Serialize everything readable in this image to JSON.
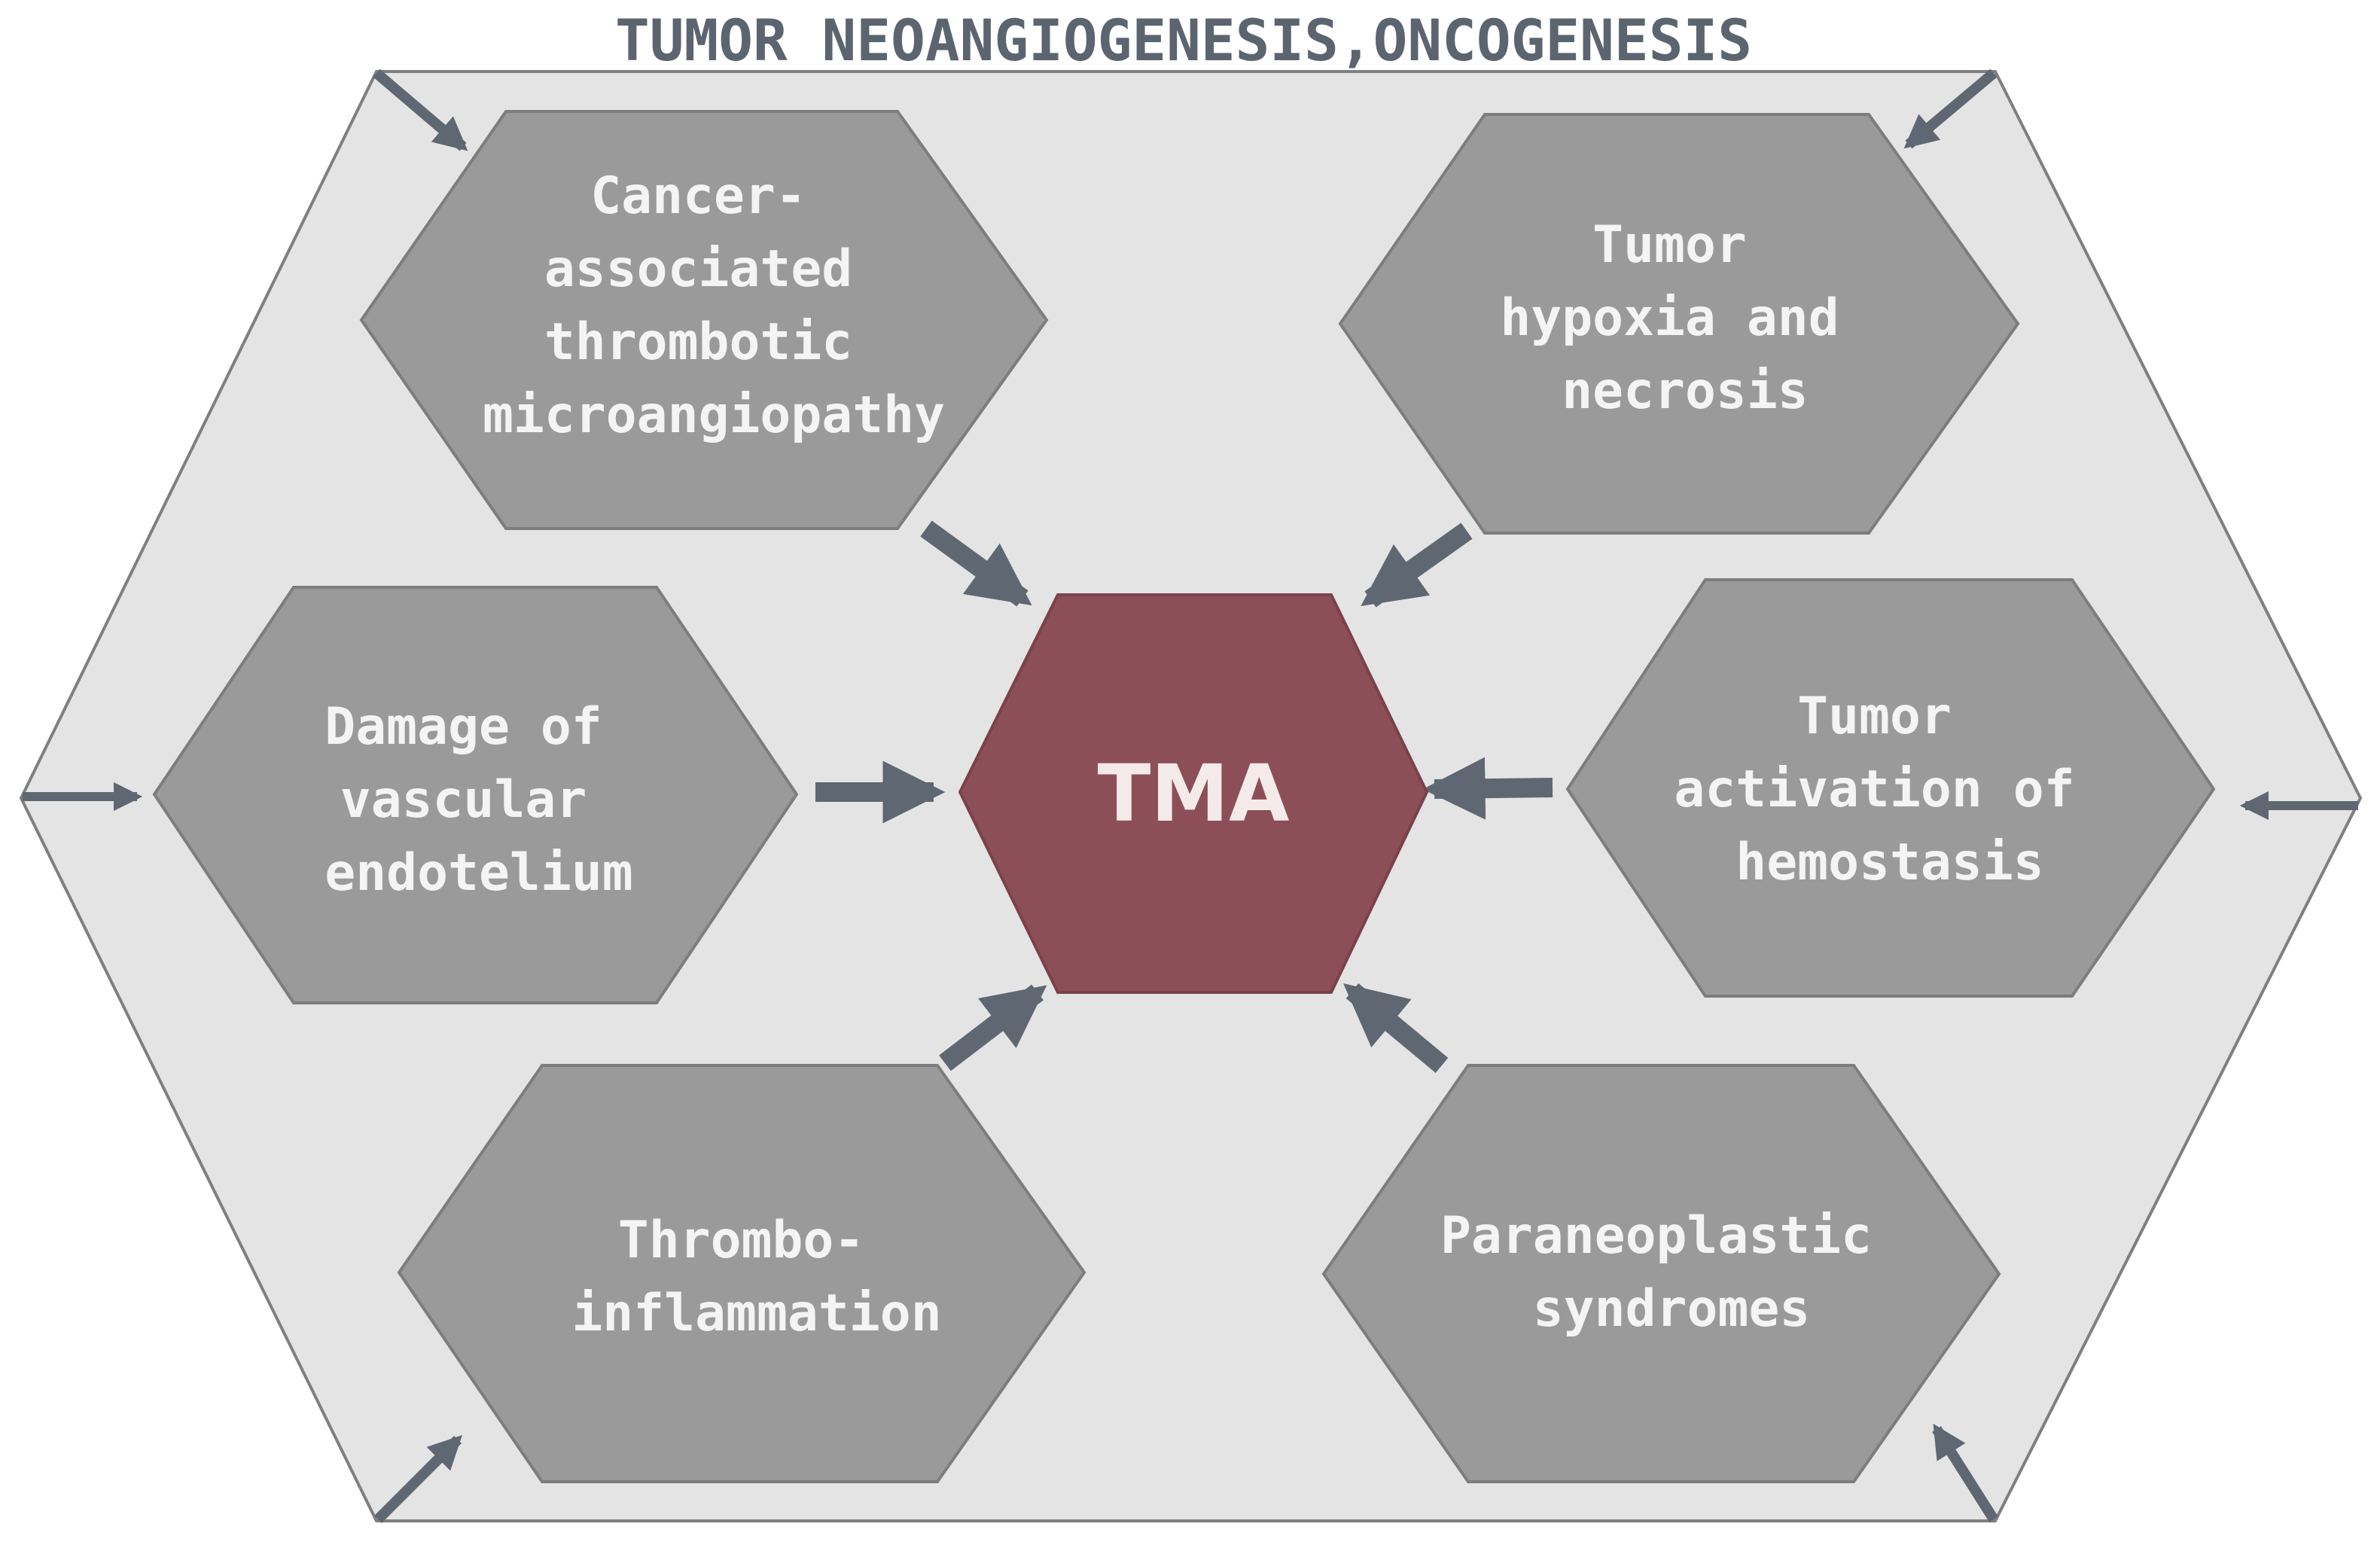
{
  "title": "TUMOR NEOANGIOGENESIS,ONCOGENESIS",
  "center": {
    "label": "TMA"
  },
  "factors": [
    {
      "id": "cancer-associated",
      "lines": [
        "Cancer-",
        "associated",
        "thrombotic",
        "microangiopathy"
      ]
    },
    {
      "id": "hypoxia",
      "lines": [
        "Tumor",
        "hypoxia and",
        "necrosis"
      ]
    },
    {
      "id": "vascular-damage",
      "lines": [
        "Damage of",
        "vascular",
        "endotelium"
      ]
    },
    {
      "id": "hemostasis",
      "lines": [
        "Tumor",
        "activation of",
        "hemostasis"
      ]
    },
    {
      "id": "thromboinflammation",
      "lines": [
        "Thrombo-",
        "inflammation"
      ]
    },
    {
      "id": "paraneoplastic",
      "lines": [
        "Paraneoplastic",
        "syndromes"
      ]
    }
  ],
  "colors": {
    "background": "#ffffff",
    "outer_fill": "#e4e4e4",
    "outer_stroke": "#7f7f7f",
    "hex_fill": "#9a9a9a",
    "hex_stroke": "#7d7d7d",
    "hex_text": "#f4f4f4",
    "center_fill": "#8c4f58",
    "center_stroke": "#7a424a",
    "center_text": "#f4eaea",
    "title_text": "#5c6470",
    "arrow": "#5f6772"
  }
}
